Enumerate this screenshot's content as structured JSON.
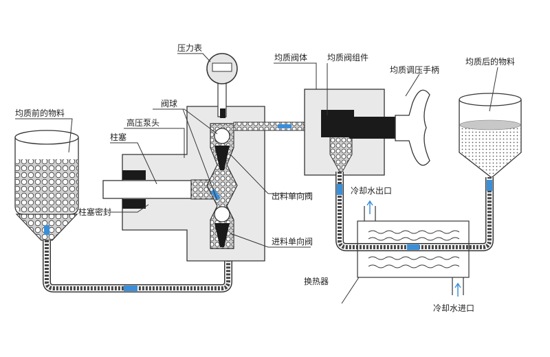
{
  "labels": {
    "pressure_gauge": "压力表",
    "homog_valve_body": "均质阀体",
    "homog_valve_assembly": "均质阀组件",
    "pressure_handle": "均质调压手柄",
    "material_after": "均质后的物料",
    "material_before": "均质前的物料",
    "valve_ball": "阀球",
    "high_pressure_pump_head": "高压泵头",
    "plunger": "柱塞",
    "plunger_seal": "柱塞密封",
    "outlet_check_valve": "出料单向阀",
    "inlet_check_valve": "进料单向阀",
    "cooling_water_outlet": "冷却水出口",
    "cooling_water_inlet": "冷却水进口",
    "heat_exchanger": "换热器"
  },
  "colors": {
    "outline": "#333333",
    "body_fill": "#e9e9e9",
    "dark_part": "#1a1a1a",
    "flow_arrow": "#3a8fd8",
    "pipe_fill": "#d6d6d6"
  },
  "icons": {
    "flow_direction": "blue-arrow-icon",
    "water_flow": "up-arrow-icon"
  }
}
